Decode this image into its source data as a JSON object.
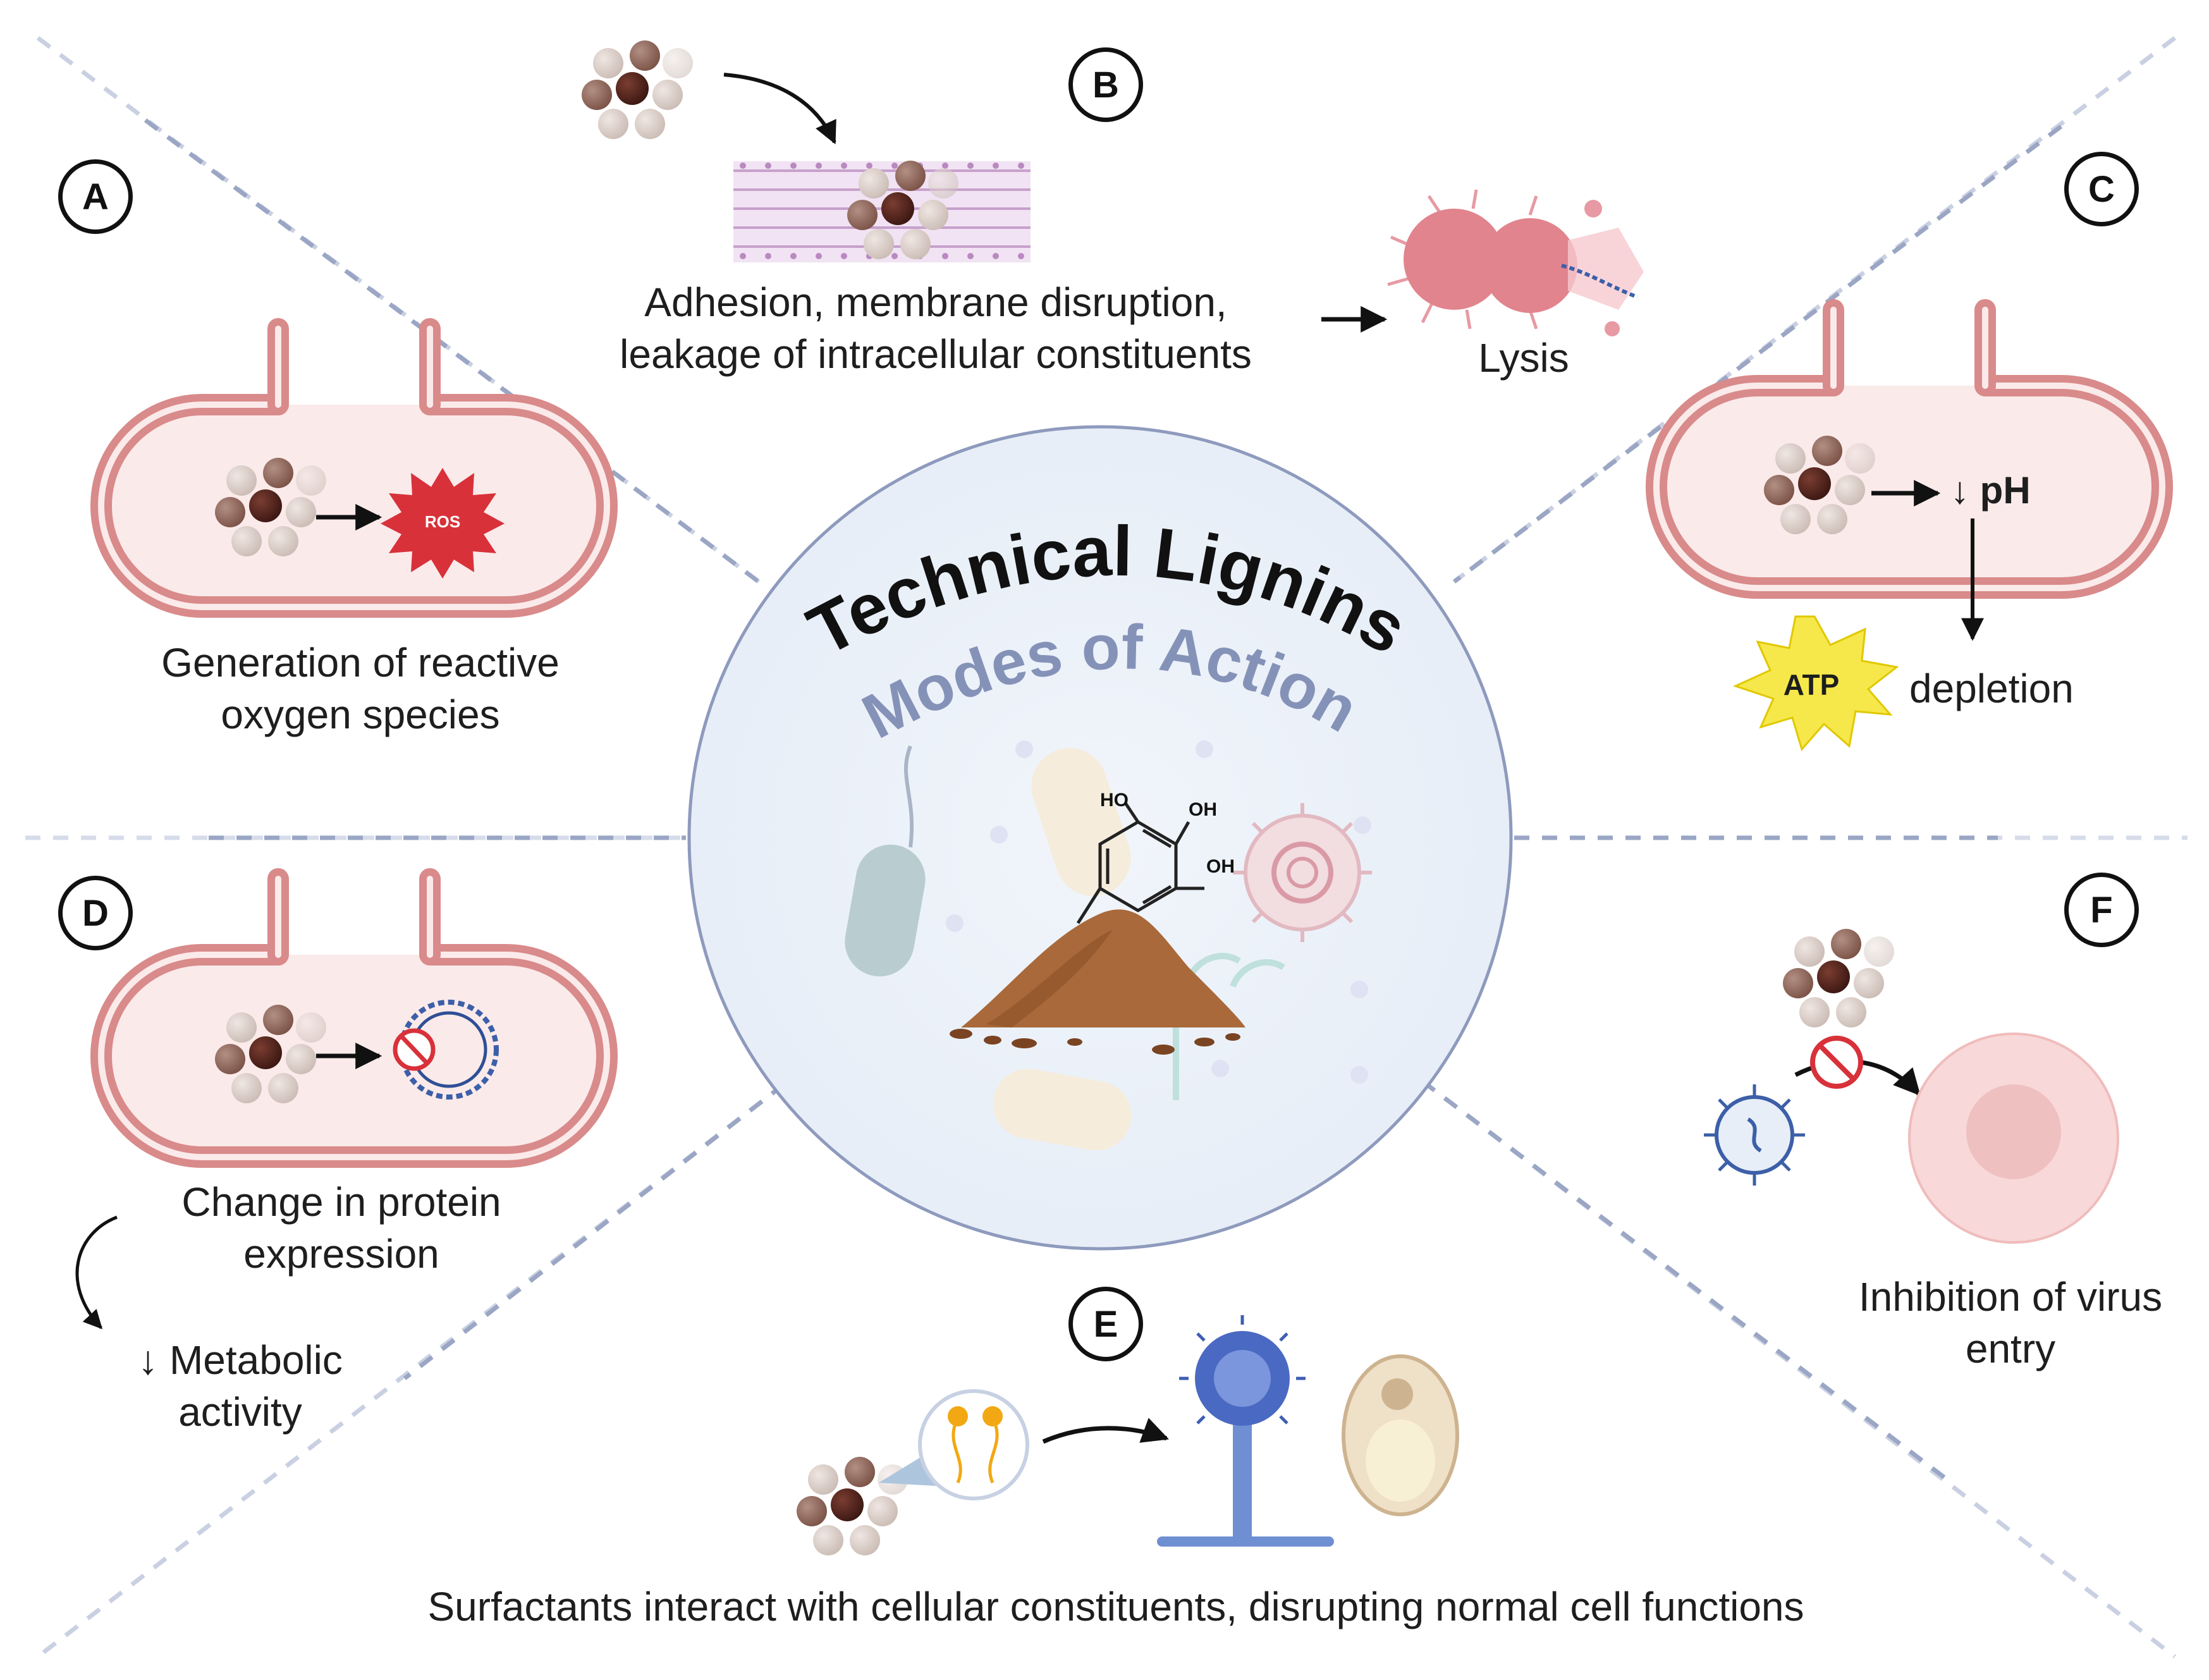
{
  "center": {
    "title": "Technical Lignins",
    "subtitle": "Modes of Action",
    "molecule_labels": {
      "ho": "HO",
      "oh_top": "OH",
      "oh_right": "OH"
    }
  },
  "panels": {
    "a": {
      "badge": "A",
      "text_line1": "Generation of reactive",
      "text_line2": "oxygen species",
      "ros_label": "ROS"
    },
    "b": {
      "badge": "B",
      "text_line1": "Adhesion, membrane disruption,",
      "text_line2": "leakage of intracellular constituents",
      "result": "Lysis"
    },
    "c": {
      "badge": "C",
      "ph_label": "↓ pH",
      "atp_label": "ATP",
      "depletion": "depletion"
    },
    "d": {
      "badge": "D",
      "text_line1": "Change in protein",
      "text_line2": "expression",
      "metabolic_line1": "↓ Metabolic",
      "metabolic_line2": "activity"
    },
    "e": {
      "badge": "E",
      "text": "Surfactants interact with cellular constituents, disrupting normal cell functions"
    },
    "f": {
      "badge": "F",
      "text_line1": "Inhibition of virus",
      "text_line2": "entry"
    }
  },
  "colors": {
    "divider": "#9aa6c4",
    "cell_wall": "#d98a8a",
    "cell_fill": "#fbeaea",
    "title_dark": "#111111",
    "subtitle": "#8592b8",
    "ros": "#d8313a",
    "atp": "#f6e84a",
    "dna": "#3c5fa8",
    "lignin": "#a9693a"
  }
}
